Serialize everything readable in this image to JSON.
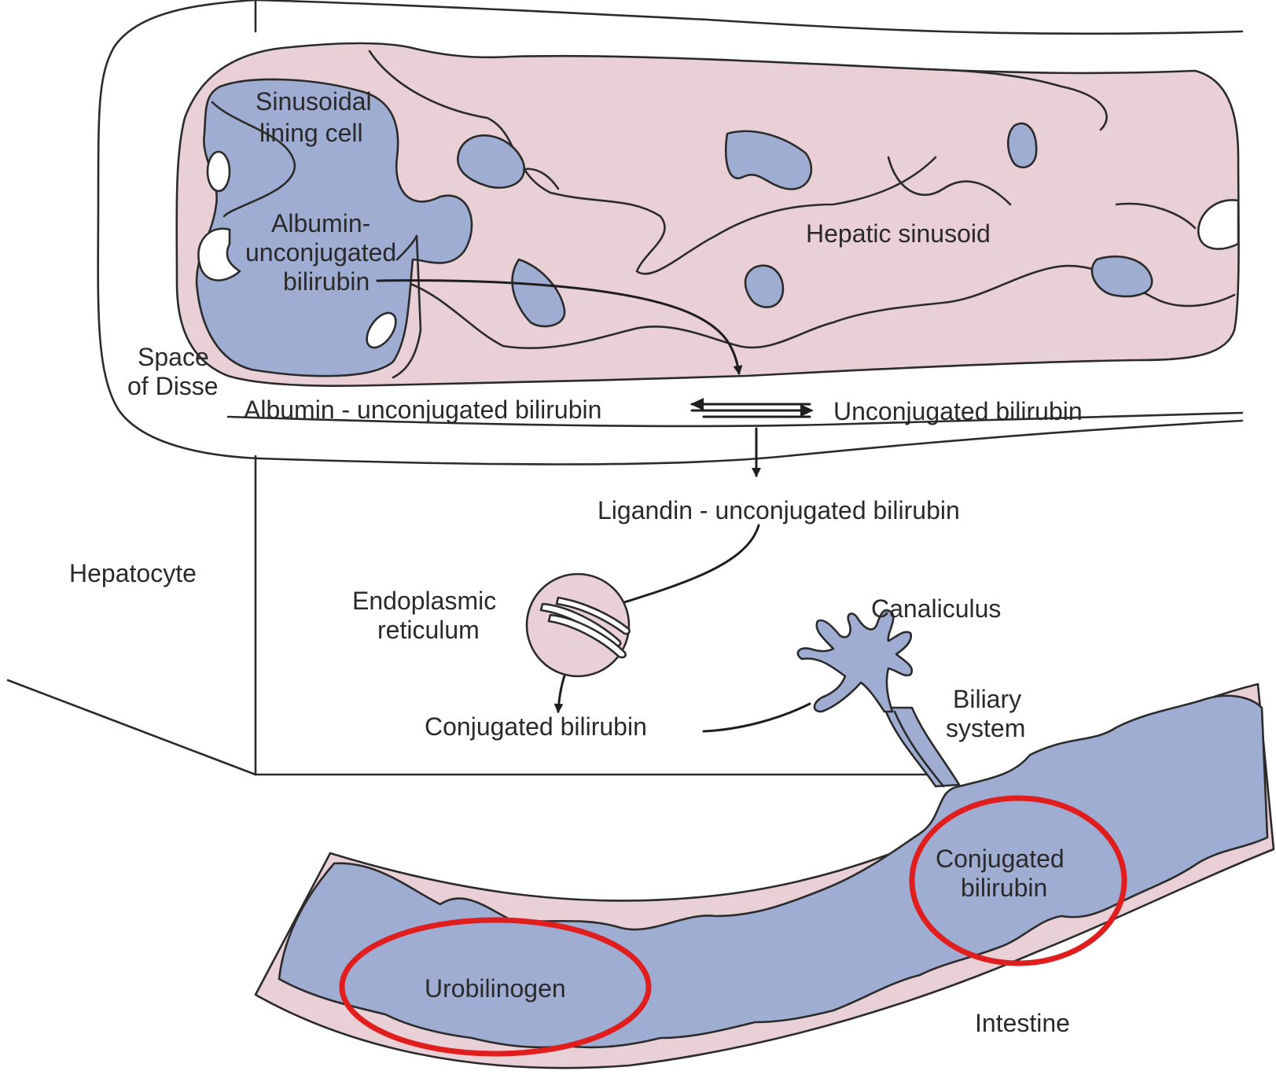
{
  "labels": {
    "sinusoidal_lining_cell": [
      "Sinusoidal",
      "lining cell"
    ],
    "albumin_unconj_in_cell": [
      "Albumin-",
      "unconjugated",
      "bilirubin"
    ],
    "hepatic_sinusoid": "Hepatic sinusoid",
    "space_of_disse": [
      "Space",
      "of Disse"
    ],
    "albumin_unconj_bilirubin": "Albumin - unconjugated bilirubin",
    "unconjugated_bilirubin": "Unconjugated bilirubin",
    "ligandin_unconj_bilirubin": "Ligandin - unconjugated bilirubin",
    "hepatocyte": "Hepatocyte",
    "endoplasmic_reticulum": [
      "Endoplasmic",
      "reticulum"
    ],
    "canaliculus": "Canaliculus",
    "biliary_system": [
      "Biliary",
      "system"
    ],
    "conjugated_bilirubin_cell": "Conjugated bilirubin",
    "conjugated_bilirubin_intestine": [
      "Conjugated",
      "bilirubin"
    ],
    "urobilinogen": "Urobilinogen",
    "intestine": "Intestine"
  },
  "colors": {
    "pink_tissue": "#e9d0d6",
    "blue_cell": "#9fadd2",
    "highlight_ring": "#e01e1e",
    "outline": "#2b2b2b"
  },
  "highlighted": [
    "Urobilinogen",
    "Conjugated bilirubin (intestine)"
  ]
}
